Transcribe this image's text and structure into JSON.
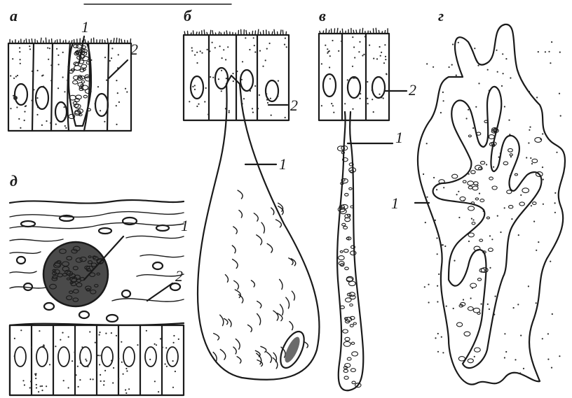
{
  "panels": {
    "a": "а",
    "b": "б",
    "v": "в",
    "g": "г",
    "d": "д"
  },
  "labels": {
    "a_1": "1",
    "a_2": "2",
    "b_1": "1",
    "b_2": "2",
    "v_1": "1",
    "v_2": "2",
    "g_1": "1",
    "d_1": "1",
    "d_2": "2"
  },
  "colors": {
    "ink": "#1a1a1a",
    "background": "#ffffff"
  }
}
